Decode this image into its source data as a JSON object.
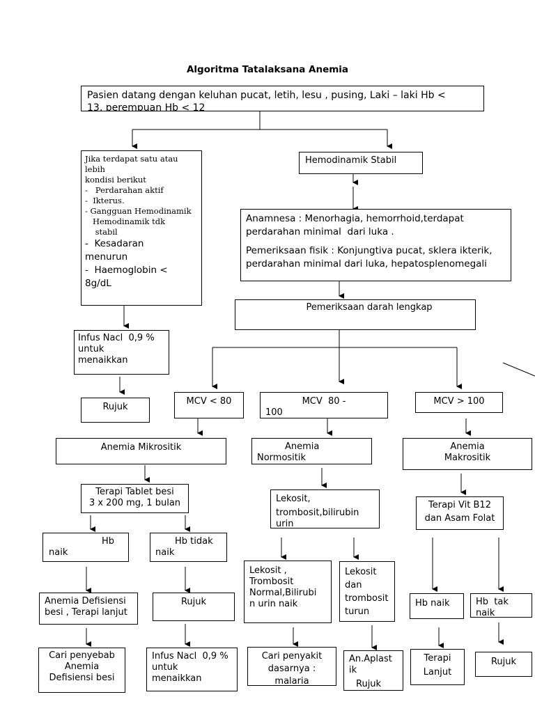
{
  "title": "Algoritma Tatalaksana Anemia",
  "top_box": {
    "line1": "Pasien datang dengan keluhan pucat, letih, lesu , pusing, Laki – laki Hb <",
    "line2": "13, perempuan Hb < 12"
  },
  "unstable_box": {
    "lines": [
      "Jika terdapat satu atau lebih",
      "kondisi berikut",
      "-   Perdarahan aktif",
      "-  Ikterus.",
      "- Gangguan Hemodinamik",
      "   Hemodinamik tdk",
      "    stabil"
    ],
    "lines_sans": [
      "-  Kesadaran",
      "menurun",
      "-  Haemoglobin <",
      "8g/dL"
    ]
  },
  "stable_box": {
    "label": "Hemodinamik Stabil"
  },
  "anamnesa_box": {
    "line1": "Anamnesa : Menorhagia, hemorrhoid,terdapat",
    "line2": "perdarahan minimal  dari luka .",
    "line3": "Pemeriksaan fisik : Konjungtiva pucat, sklera ikterik,",
    "line4": "perdarahan minimal dari luka, hepatosplenomegali"
  },
  "lab_box": {
    "label": "Pemeriksaan darah lengkap"
  },
  "infus_box_1": {
    "line1": "Infus Nacl  0,9 %",
    "line2": "untuk",
    "line3": "menaikkan"
  },
  "rujuk_box_1": {
    "label": "Rujuk"
  },
  "mcv_low": {
    "label": "MCV  <  80"
  },
  "mcv_mid": {
    "label": "MCV  80 -",
    "label2": "100"
  },
  "mcv_high": {
    "label": "MCV  > 100"
  },
  "anemia_mikro": {
    "label": "Anemia Mikrositik"
  },
  "anemia_normo": {
    "line1": "Anemia",
    "line2": "Normositik"
  },
  "anemia_makro": {
    "line1": "Anemia",
    "line2": "Makrositik"
  },
  "terapi_besi": {
    "line1": "Terapi Tablet besi",
    "line2": "3 x 200 mg, 1 bulan"
  },
  "lekosit_box": {
    "line1": "Lekosit,",
    "line2": "trombosit,bilirubin",
    "line3": "urin"
  },
  "terapi_b12": {
    "line1": "Terapi Vit B12",
    "line2": "dan Asam Folat"
  },
  "hb_naik_1": {
    "line1": "Hb",
    "line2": "naik"
  },
  "hb_tidak_naik": {
    "line1": "Hb tidak",
    "line2": "naik"
  },
  "lekosit_normal": {
    "line1": "Lekosit ,",
    "line2": "Trombosit",
    "line3": "Normal,Bilirubi",
    "line4": "n urin naik"
  },
  "lekosit_turun": {
    "line1": "Lekosit",
    "line2": "dan",
    "line3": "trombosit",
    "line4": "turun"
  },
  "hb_naik_2": {
    "label": "Hb naik"
  },
  "hb_tak_naik": {
    "line1": "Hb  tak",
    "line2": "naik"
  },
  "anemia_defisiensi": {
    "line1": "Anemia Defisiensi",
    "line2": "besi , Terapi lanjut"
  },
  "rujuk_box_2": {
    "label": "Rujuk"
  },
  "cari_penyebab": {
    "line1": "Cari penyebab",
    "line2": "Anemia",
    "line3": "Defisiensi besi"
  },
  "infus_box_2": {
    "line1": "Infus Nacl  0,9 %",
    "line2": "untuk",
    "line3": "menaikkan"
  },
  "cari_penyakit": {
    "line1": "Cari penyakit",
    "line2": "dasarnya :",
    "line3": "malaria"
  },
  "an_aplastik": {
    "line1": "An.Aplast",
    "line2": "ik",
    "line3": "Rujuk"
  },
  "terapi_lanjut": {
    "line1": "Terapi",
    "line2": "Lanjut"
  },
  "rujuk_box_3": {
    "label": "Rujuk"
  }
}
